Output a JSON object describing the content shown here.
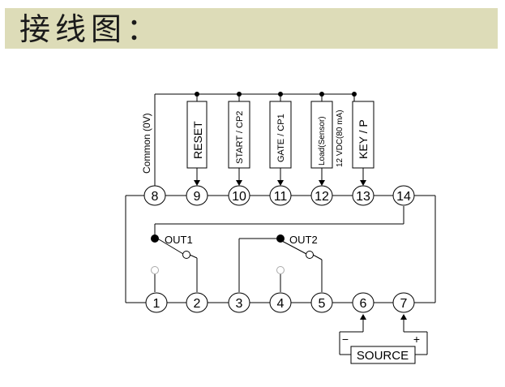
{
  "title": "接线图：",
  "inputs": [
    {
      "terminal": "8",
      "label": "Common (0V)"
    },
    {
      "terminal": "9",
      "label": "RESET"
    },
    {
      "terminal": "10",
      "label": "START / CP2"
    },
    {
      "terminal": "11",
      "label": "GATE / CP1"
    },
    {
      "terminal": "12",
      "label": "Load(Sensor)",
      "label2": "12 VDC(80 mA)"
    },
    {
      "terminal": "13",
      "label": "KEY / P"
    },
    {
      "terminal": "14",
      "label": ""
    }
  ],
  "bottom_terminals": [
    "1",
    "2",
    "3",
    "4",
    "5",
    "6",
    "7"
  ],
  "outputs": {
    "out1": "OUT1",
    "out2": "OUT2"
  },
  "source": {
    "label": "SOURCE",
    "minus": "−",
    "plus": "+"
  }
}
